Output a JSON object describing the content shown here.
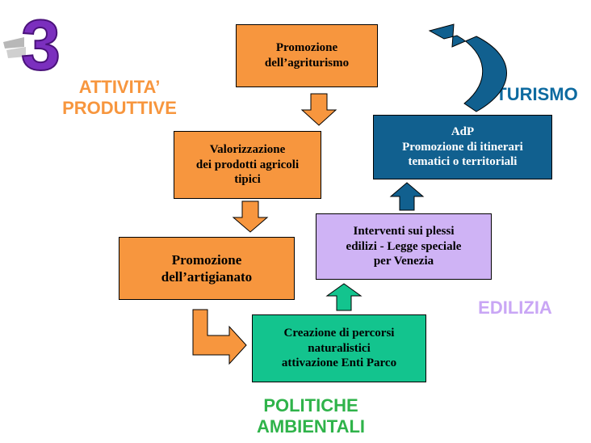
{
  "slide_number": "3",
  "colors": {
    "orange": "#f7963e",
    "purple": "#cfb3f5",
    "blue": "#11608f",
    "green": "#13c48e",
    "attivita_text": "#f7963e",
    "turismo_text": "#0d6aa0",
    "edilizia_text": "#c9a6f5",
    "politiche_text": "#2fb34a"
  },
  "categories": {
    "attivita_produttive": "ATTIVITA’\nPRODUTTIVE",
    "turismo": "TURISMO",
    "edilizia": "EDILIZIA",
    "politiche_ambientali": "POLITICHE\nAMBIENTALI"
  },
  "boxes": {
    "agriturismo": "Promozione\ndell’agriturismo",
    "prodotti": "Valorizzazione\ndei prodotti agricoli\ntipici",
    "artigianato": "Promozione\ndell’artigianato",
    "percorsi": "Creazione di percorsi\nnaturalistici\nattivazione Enti Parco",
    "plessi": "Interventi sui plessi\nedilizi - Legge speciale\nper Venezia",
    "adp": "AdP\nPromozione di itinerari\ntematici o territoriali"
  }
}
